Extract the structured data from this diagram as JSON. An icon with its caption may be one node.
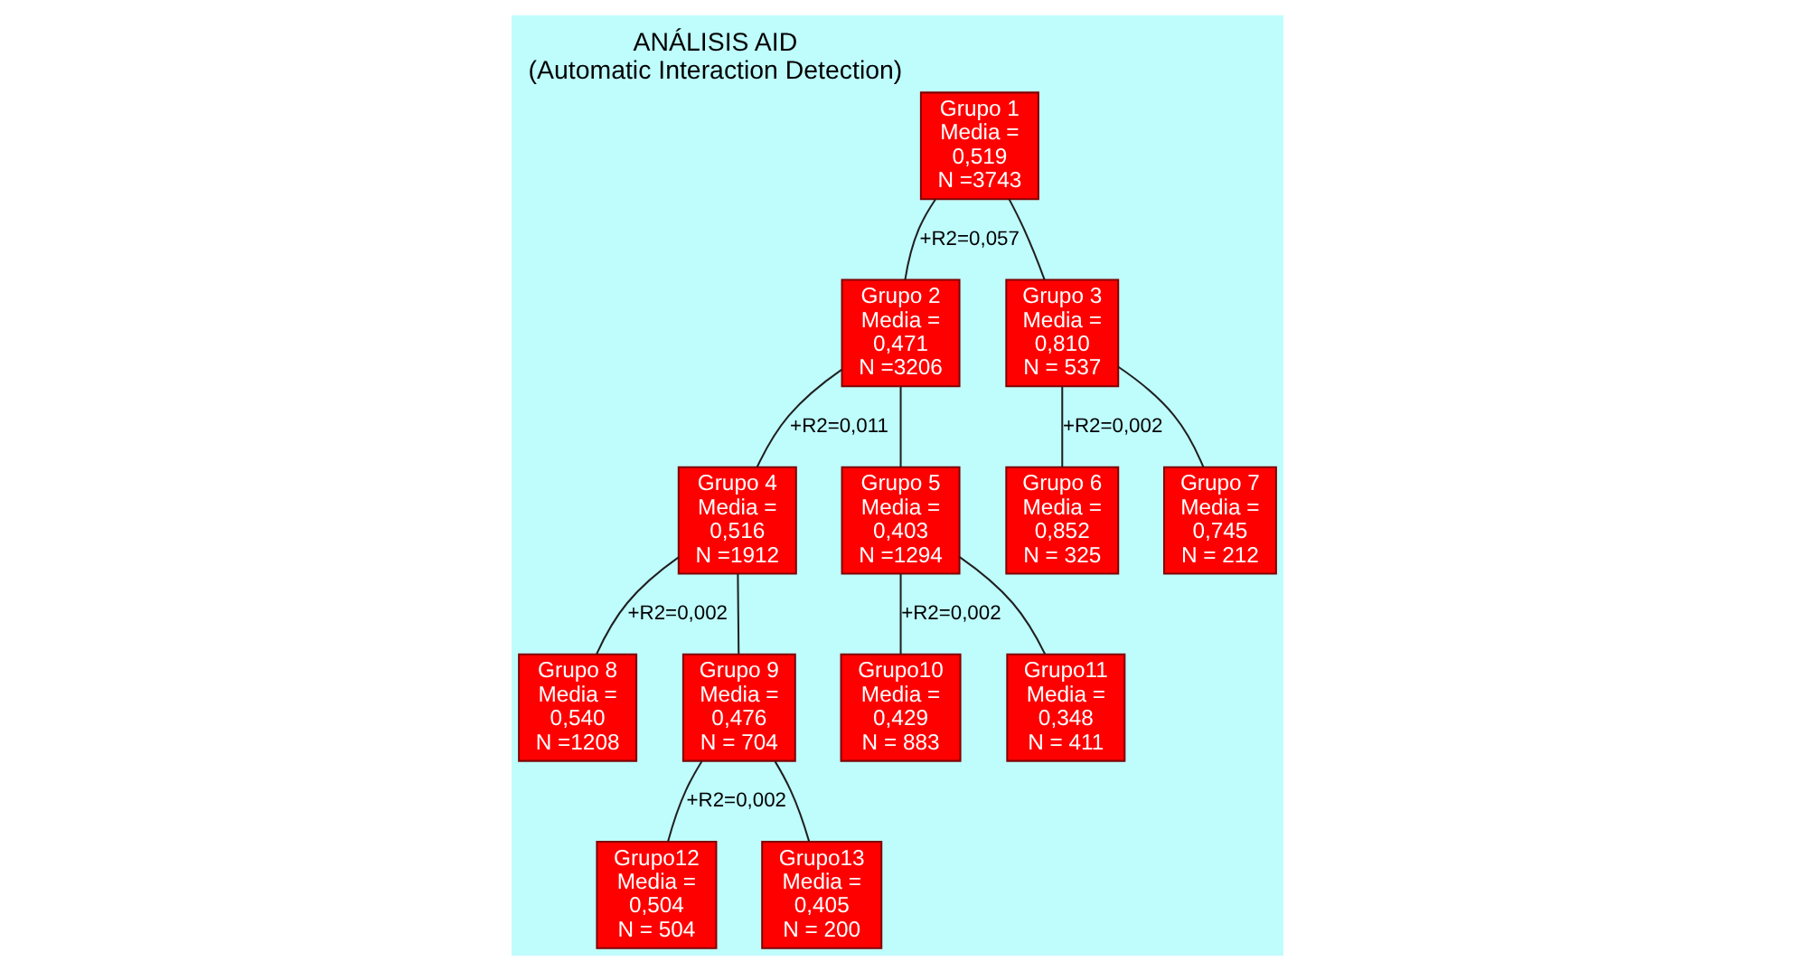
{
  "diagram": {
    "title": "ANÁLISIS AID",
    "caption": "(Automatic Interaction Detection)",
    "nodes": [
      {
        "text": [
          "Grupo 1",
          "Media =",
          "0,519",
          "N =3743"
        ]
      },
      {
        "text": [
          "Grupo 2",
          "Media =",
          "0,471",
          "N =3206"
        ]
      },
      {
        "text": [
          "Grupo 3",
          "Media =",
          "0,810",
          "N = 537"
        ]
      },
      {
        "text": [
          "Grupo 4",
          "Media =",
          "0,516",
          "N =1912"
        ]
      },
      {
        "text": [
          "Grupo 5",
          "Media =",
          "0,403",
          "N =1294"
        ]
      },
      {
        "text": [
          "Grupo 6",
          "Media =",
          "0,852",
          "N = 325"
        ]
      },
      {
        "text": [
          "Grupo 7",
          "Media =",
          "0,745",
          "N = 212"
        ]
      },
      {
        "text": [
          "Grupo 8",
          "Media =",
          "0,540",
          "N =1208"
        ]
      },
      {
        "text": [
          "Grupo 9",
          "Media =",
          "0,476",
          "N = 704"
        ]
      },
      {
        "text": [
          "Grupo10",
          "Media =",
          "0,429",
          "N = 883"
        ]
      },
      {
        "text": [
          "Grupo11",
          "Media =",
          "0,348",
          "N = 411"
        ]
      },
      {
        "text": [
          "Grupo12",
          "Media =",
          "0,504",
          "N = 504"
        ]
      },
      {
        "text": [
          "Grupo13",
          "Media =",
          "0,405",
          "N = 200"
        ]
      }
    ],
    "edges": [
      {
        "from": 0,
        "to": 1,
        "arrow": "none",
        "label": "+R2=0,057"
      },
      {
        "from": 0,
        "to": 2,
        "arrow": "none"
      },
      {
        "from": 1,
        "to": 3,
        "arrow": "none",
        "label": "+R2=0,011"
      },
      {
        "from": 1,
        "to": 4,
        "arrow": "none"
      },
      {
        "from": 2,
        "to": 5,
        "arrow": "none",
        "label": "+R2=0,002"
      },
      {
        "from": 2,
        "to": 6,
        "arrow": "none"
      },
      {
        "from": 3,
        "to": 7,
        "arrow": "none",
        "label": "+R2=0,002"
      },
      {
        "from": 3,
        "to": 8,
        "arrow": "none"
      },
      {
        "from": 4,
        "to": 9,
        "arrow": "none",
        "label": "+R2=0,002"
      },
      {
        "from": 4,
        "to": 10,
        "arrow": "none"
      },
      {
        "from": 8,
        "to": 11,
        "arrow": "none",
        "label": "+R2=0,002"
      },
      {
        "from": 8,
        "to": 12,
        "arrow": "none"
      }
    ]
  }
}
